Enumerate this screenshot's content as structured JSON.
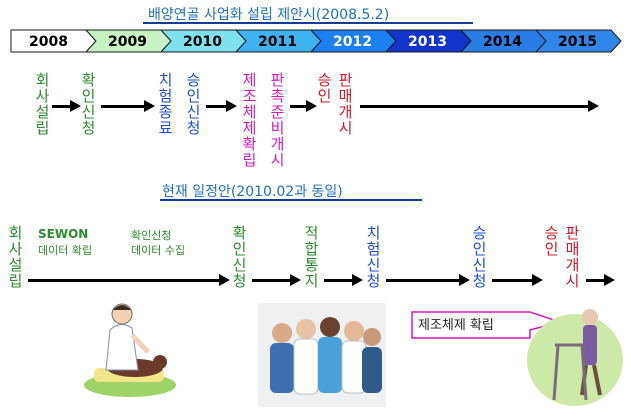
{
  "title_top": "배양연골 사업화 설립 제안시(2008.5.2)",
  "title_mid": "현재 일정안(2010.02과 동일)",
  "colors": {
    "green": "#2e8b2e",
    "blue": "#1f4fd1",
    "magenta": "#d61ac8",
    "red": "#d11a2a"
  },
  "years": [
    {
      "label": "2008",
      "fill": "#ffffff",
      "text": "#000000"
    },
    {
      "label": "2009",
      "fill": "#c8f2c4",
      "text": "#000000"
    },
    {
      "label": "2010",
      "fill": "#7fe0ee",
      "text": "#000000"
    },
    {
      "label": "2011",
      "fill": "#3fb2f2",
      "text": "#000000"
    },
    {
      "label": "2012",
      "fill": "#1c7ff2",
      "text": "#ffffff"
    },
    {
      "label": "2013",
      "fill": "#1235cc",
      "text": "#ffffff"
    },
    {
      "label": "2014",
      "fill": "#2b7de6",
      "text": "#000000"
    },
    {
      "label": "2015",
      "fill": "#2f86e8",
      "text": "#000000"
    }
  ],
  "row1": {
    "company": "회사설립",
    "apply1": "확인신청",
    "test_done": "치험종료",
    "approval_apply": "승인신청",
    "manufacturing": "제조체제확립",
    "sales_prep": "판촉준비개시",
    "approval": "승인",
    "sales_start": "판매개시"
  },
  "row2": {
    "company": "회사설립",
    "sewon": "SEWON",
    "sewon_sub": "데이터 확립",
    "confirm": "확인신청",
    "confirm_sub": "데이터 수집",
    "apply": "확인신청",
    "suitability": "적합통지",
    "trial": "치험신청",
    "approval_apply": "승인신청",
    "approval": "승인",
    "sales_start": "판매개시",
    "callout": "제조체제 확립"
  }
}
